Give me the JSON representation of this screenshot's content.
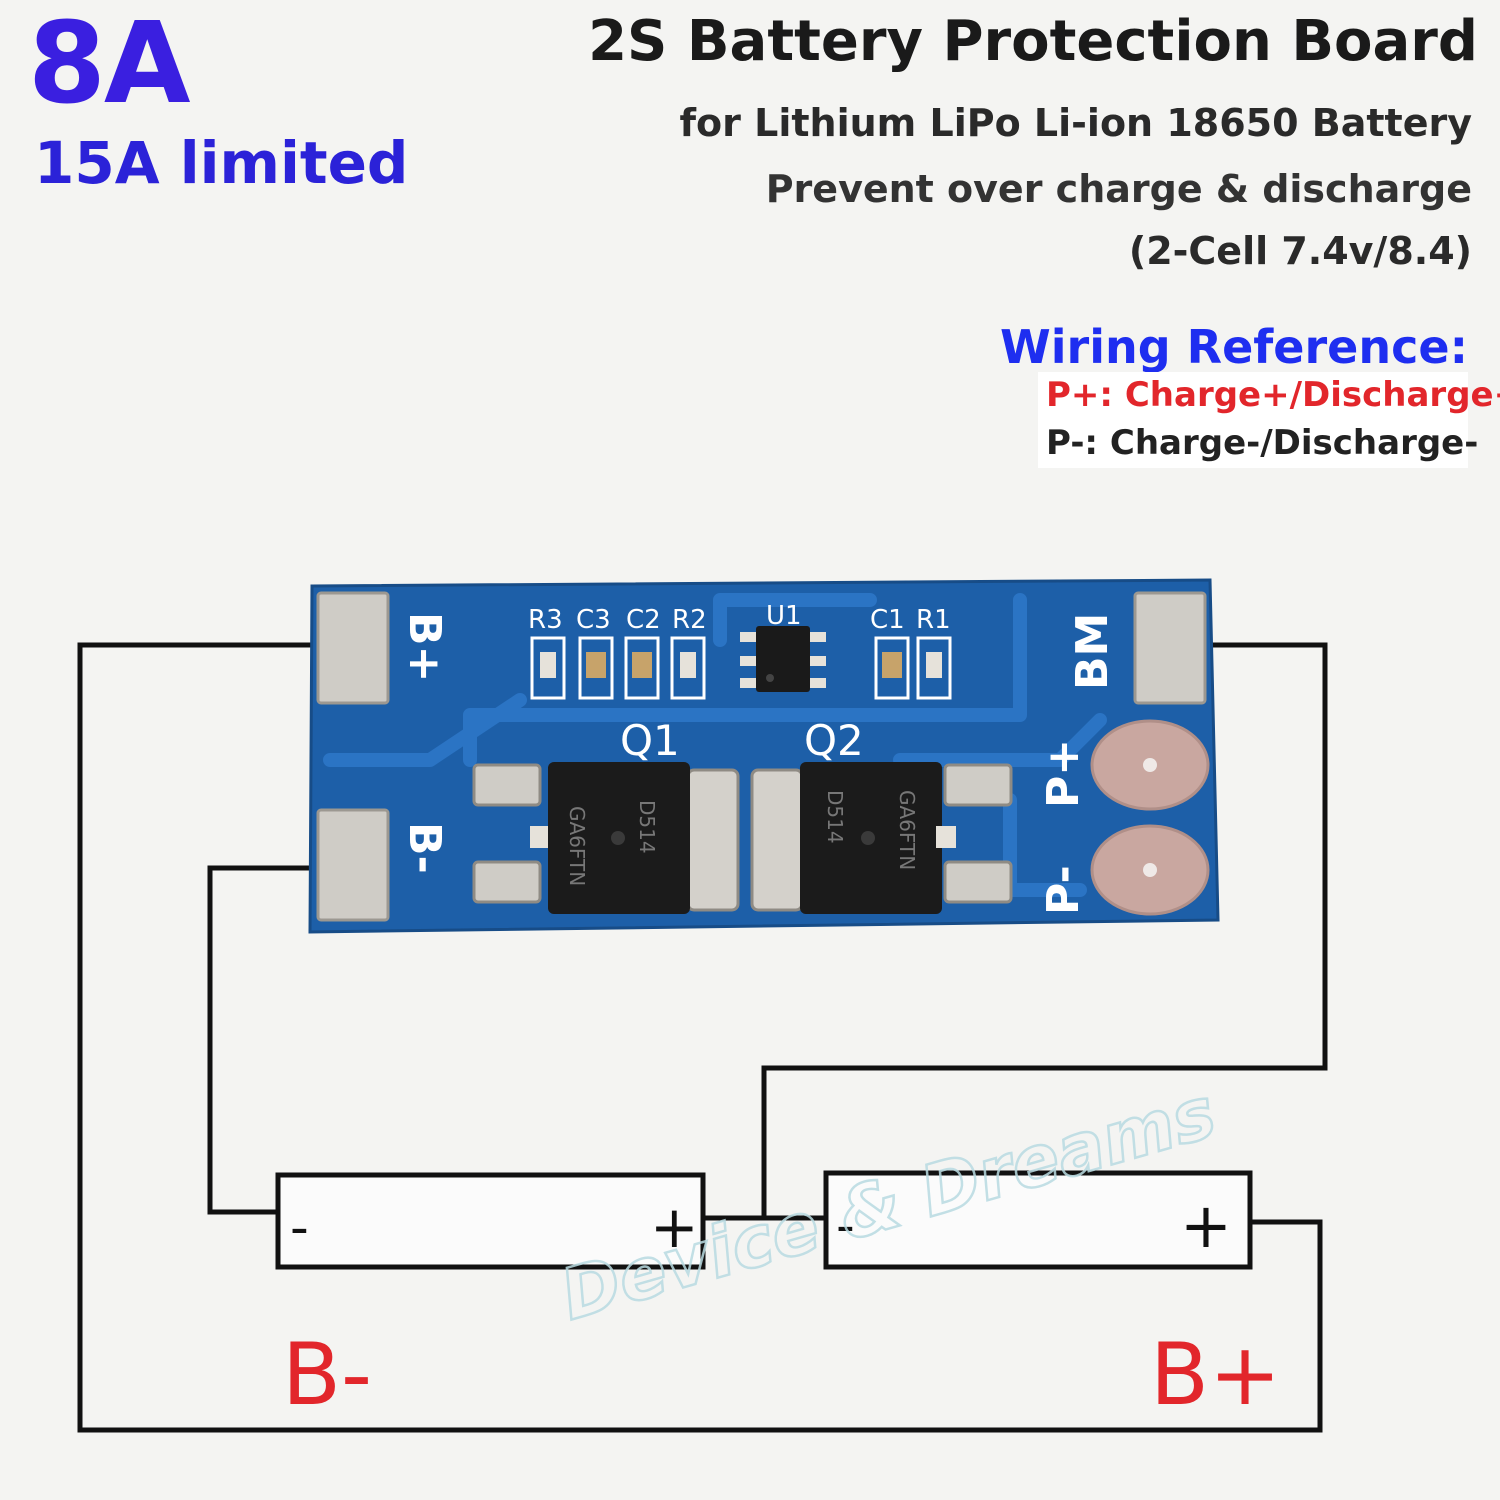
{
  "header": {
    "current": "8A",
    "limited": "15A limited",
    "title": "2S Battery Protection Board",
    "subtitle_1": "for Lithium LiPo Li-ion 18650 Battery",
    "subtitle_2": "Prevent over charge & discharge",
    "subtitle_3": "(2-Cell 7.4v/8.4)"
  },
  "wiring": {
    "heading": "Wiring Reference:",
    "p_plus": "P+: Charge+/Discharge+",
    "p_minus": "P-: Charge-/Discharge-"
  },
  "board": {
    "pad_b_plus": "B+",
    "pad_b_minus": "B-",
    "pad_bm": "BM",
    "pad_p_plus": "P+",
    "pad_p_minus": "P-",
    "components": [
      "R3",
      "C3",
      "C2",
      "R2",
      "U1",
      "C1",
      "R1"
    ],
    "mosfet_1": "Q1",
    "mosfet_2": "Q2",
    "chip_marking_1": "D514",
    "chip_marking_2": "GA6FTN"
  },
  "batteries": {
    "minus_sign": "-",
    "plus_sign": "+"
  },
  "bottom_labels": {
    "b_minus": "B-",
    "b_plus": "B+"
  },
  "watermark": "Device & Dreams",
  "colors": {
    "headline_blue": "#3a1fe0",
    "wiring_blue": "#1e2ef0",
    "red": "#e2262b",
    "pcb_blue": "#1d5fa8",
    "pad_silver": "#cfccc6",
    "pad_copper": "#c9a7a0",
    "wire": "#111111"
  }
}
